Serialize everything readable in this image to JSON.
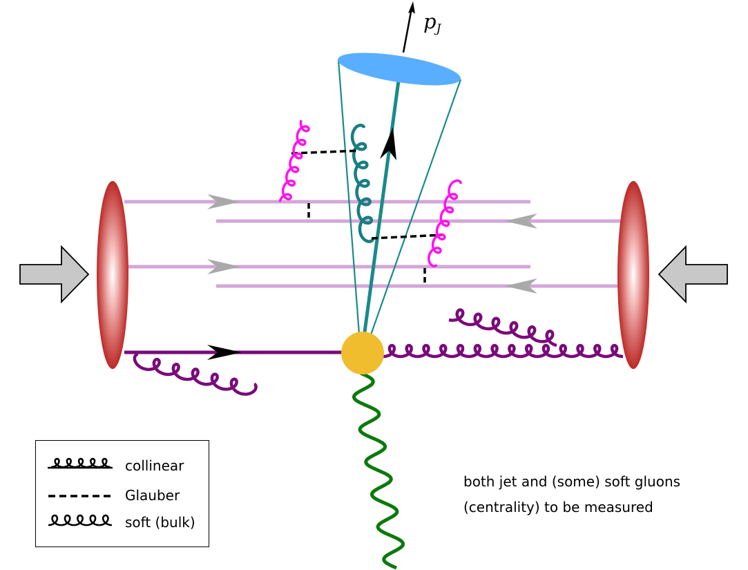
{
  "jet_label": {
    "main": "p",
    "sub": "J"
  },
  "legend": {
    "items": [
      {
        "label": "collinear",
        "symbol": "collinear-gluon"
      },
      {
        "label": "Glauber",
        "symbol": "dashed-line"
      },
      {
        "label": "soft (bulk)",
        "symbol": "soft-gluon"
      }
    ]
  },
  "note": {
    "line1": "both jet and (some) soft gluons",
    "line2": "(centrality) to be measured"
  },
  "colors": {
    "proton": "#c9302c",
    "light_parton": "#d4a6d8",
    "hard_parton": "#7a0a7a",
    "jet_cone": "#1a8a8a",
    "jet_gluon": "#197e82",
    "jet_disk": "#5aaeff",
    "glauber_gluon": "#ff11ee",
    "vertex": "#efbd2e",
    "photon": "#0a7a0a",
    "beam_arrow": "#c8c8c8"
  }
}
